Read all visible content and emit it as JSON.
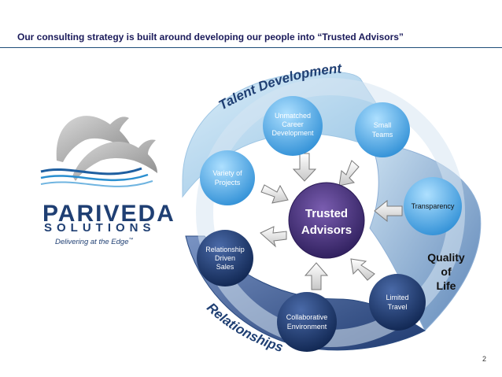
{
  "slide": {
    "title": "Our consulting strategy is built around developing our people into “Trusted Advisors”",
    "page_number": "2"
  },
  "logo": {
    "name": "PARIVEDA",
    "sub": "SOLUTIONS",
    "tagline": "Delivering at the Edge",
    "trademark": "™"
  },
  "diagram": {
    "center": [
      "Trusted",
      "Advisors"
    ],
    "arc_labels": {
      "talent": "Talent Development",
      "relationships": "Relationships",
      "quality": [
        "Quality",
        "of",
        "Life"
      ]
    },
    "nodes": {
      "career": [
        "Unmatched",
        "Career",
        "Development"
      ],
      "small_teams": [
        "Small",
        "Teams"
      ],
      "variety": [
        "Variety of",
        "Projects"
      ],
      "transparency": [
        "Transparency"
      ],
      "relationship_sales": [
        "Relationship",
        "Driven",
        "Sales"
      ],
      "limited_travel": [
        "Limited",
        "Travel"
      ],
      "collaborative": [
        "Collaborative",
        "Environment"
      ]
    }
  },
  "colors": {
    "title": "#1a1a5a",
    "center_purple": "#3d2b72",
    "node_blue": "#5bb3e8",
    "node_navy": "#1e3a6e",
    "band_light": "#bcdcef",
    "band_mid": "#8fb6d8",
    "band_dark": "#2f4e84"
  }
}
